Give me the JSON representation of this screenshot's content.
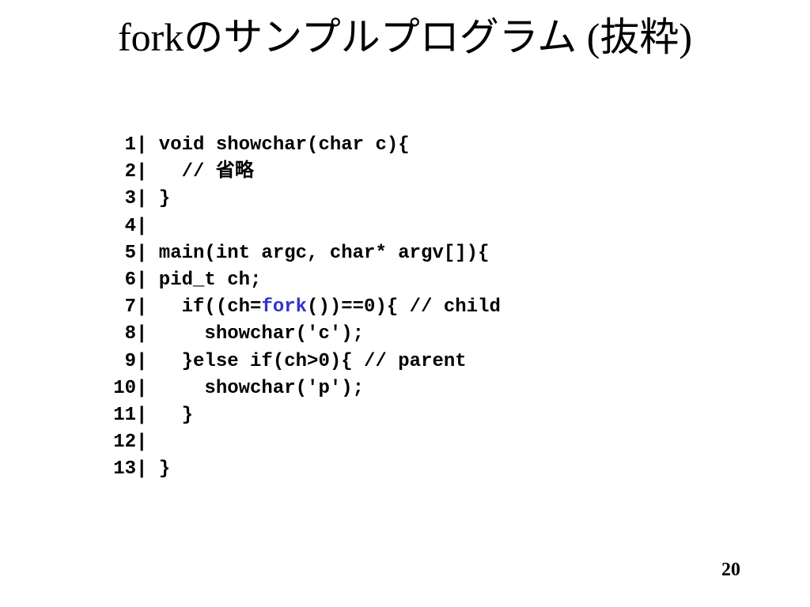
{
  "slide": {
    "title": "forkのサンプルプログラム (抜粋)",
    "page_number": "20",
    "accent_color": "#3333cc"
  },
  "code": {
    "lines": [
      {
        "no": "1",
        "text": " void showchar(char c){"
      },
      {
        "no": "2",
        "text": "   // 省略"
      },
      {
        "no": "3",
        "text": " }"
      },
      {
        "no": "4",
        "text": ""
      },
      {
        "no": "5",
        "text": " main(int argc, char* argv[]){"
      },
      {
        "no": "6",
        "text": " pid_t ch;"
      },
      {
        "no": "7",
        "pre": "   if((ch=",
        "kw": "fork",
        "post": "())==0){ // child"
      },
      {
        "no": "8",
        "text": "     showchar('c');"
      },
      {
        "no": "9",
        "text": "   }else if(ch>0){ // parent"
      },
      {
        "no": "10",
        "text": "     showchar('p');"
      },
      {
        "no": "11",
        "text": "   }"
      },
      {
        "no": "12",
        "text": ""
      },
      {
        "no": "13",
        "text": " }"
      }
    ]
  }
}
